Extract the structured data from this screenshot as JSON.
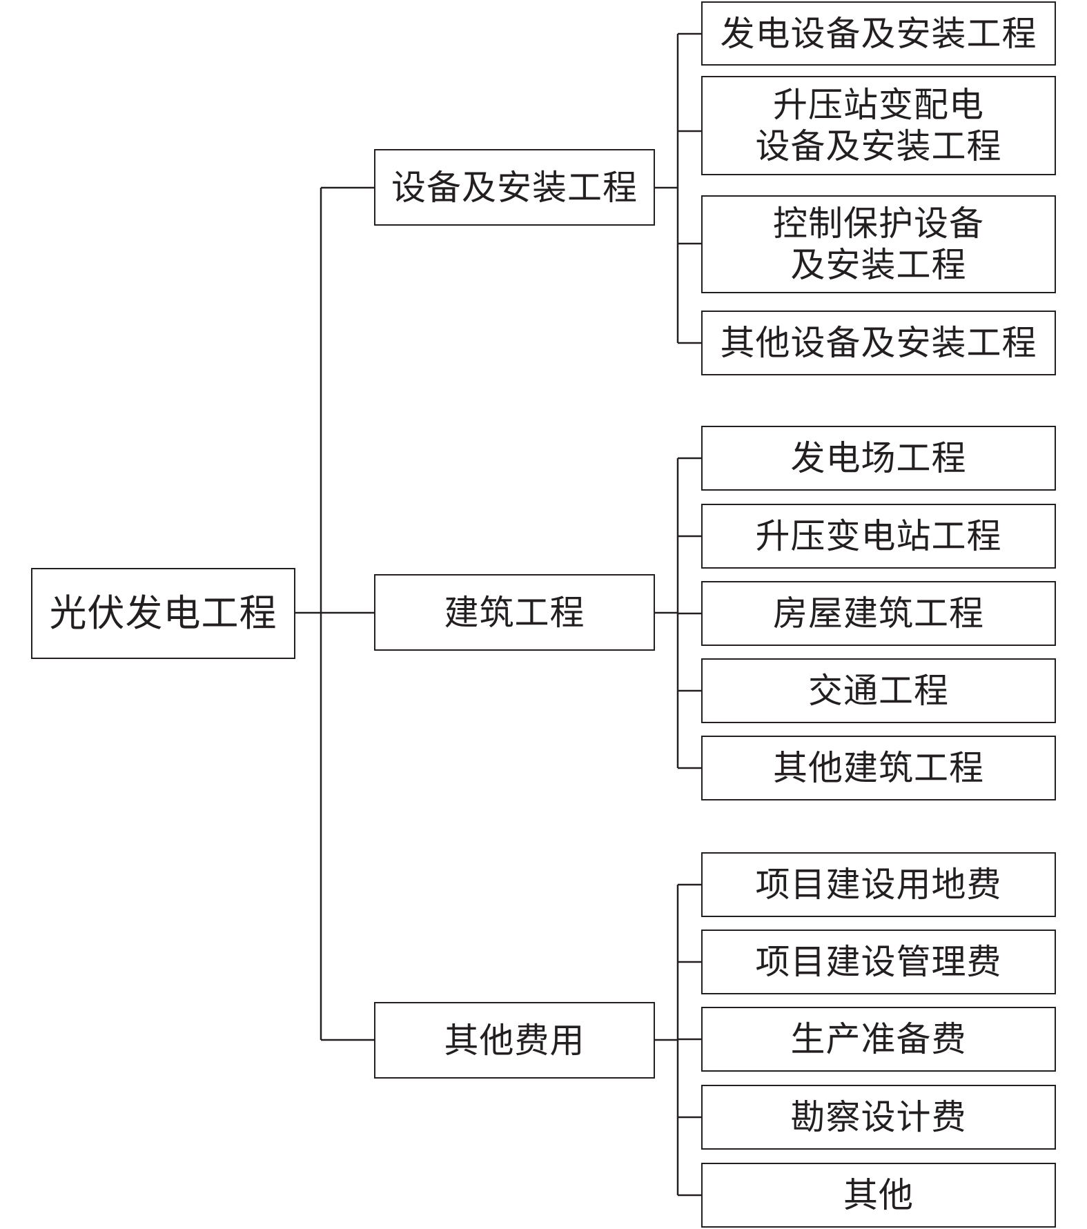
{
  "root": {
    "label": "光伏发电工程"
  },
  "categories": [
    {
      "label": "设备及安装工程",
      "items": [
        [
          "发电设备及安装工程"
        ],
        [
          "升压站变配电",
          "设备及安装工程"
        ],
        [
          "控制保护设备",
          "及安装工程"
        ],
        [
          "其他设备及安装工程"
        ]
      ]
    },
    {
      "label": "建筑工程",
      "items": [
        [
          "发电场工程"
        ],
        [
          "升压变电站工程"
        ],
        [
          "房屋建筑工程"
        ],
        [
          "交通工程"
        ],
        [
          "其他建筑工程"
        ]
      ]
    },
    {
      "label": "其他费用",
      "items": [
        [
          "项目建设用地费"
        ],
        [
          "项目建设管理费"
        ],
        [
          "生产准备费"
        ],
        [
          "勘察设计费"
        ],
        [
          "其他"
        ]
      ]
    }
  ],
  "colors": {
    "stroke": "#231f20",
    "background": "#ffffff"
  }
}
